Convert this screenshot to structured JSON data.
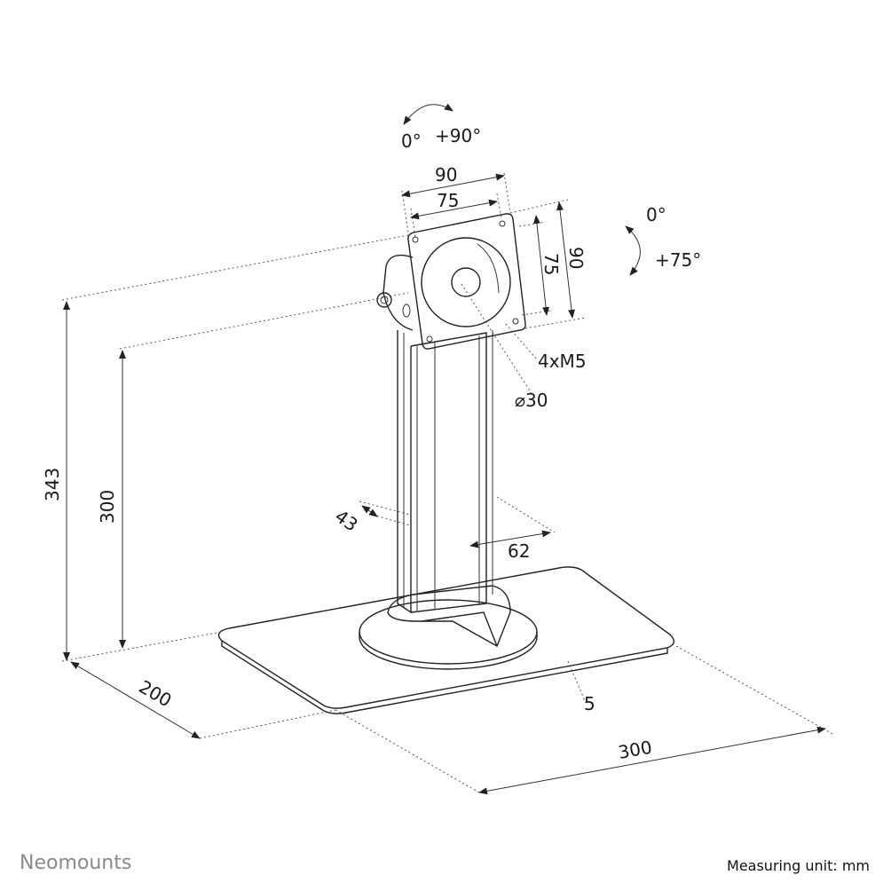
{
  "brand": "Neomounts",
  "unit_note": "Measuring unit: mm",
  "colors": {
    "line": "#222222",
    "brand_text": "#8a8a8a"
  },
  "dimensions": {
    "swivel_start": "0°",
    "swivel_end": "+90°",
    "tilt_start": "0°",
    "tilt_end": "+75°",
    "plate_width_outer": "90",
    "plate_width_vesa": "75",
    "plate_height_vesa": "75",
    "plate_height_outer": "90",
    "screws": "4xM5",
    "diameter": "⌀30",
    "total_height": "343",
    "vesa_height": "300",
    "column_depth": "43",
    "column_width": "62",
    "base_depth": "200",
    "base_thickness": "5",
    "base_width": "300"
  }
}
